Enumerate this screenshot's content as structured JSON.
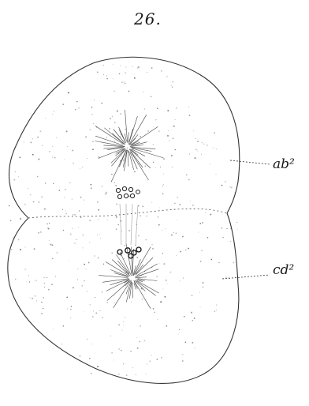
{
  "figure": {
    "number": "26.",
    "labels": {
      "top_cell": "ab²",
      "bottom_cell": "cd²"
    }
  }
}
